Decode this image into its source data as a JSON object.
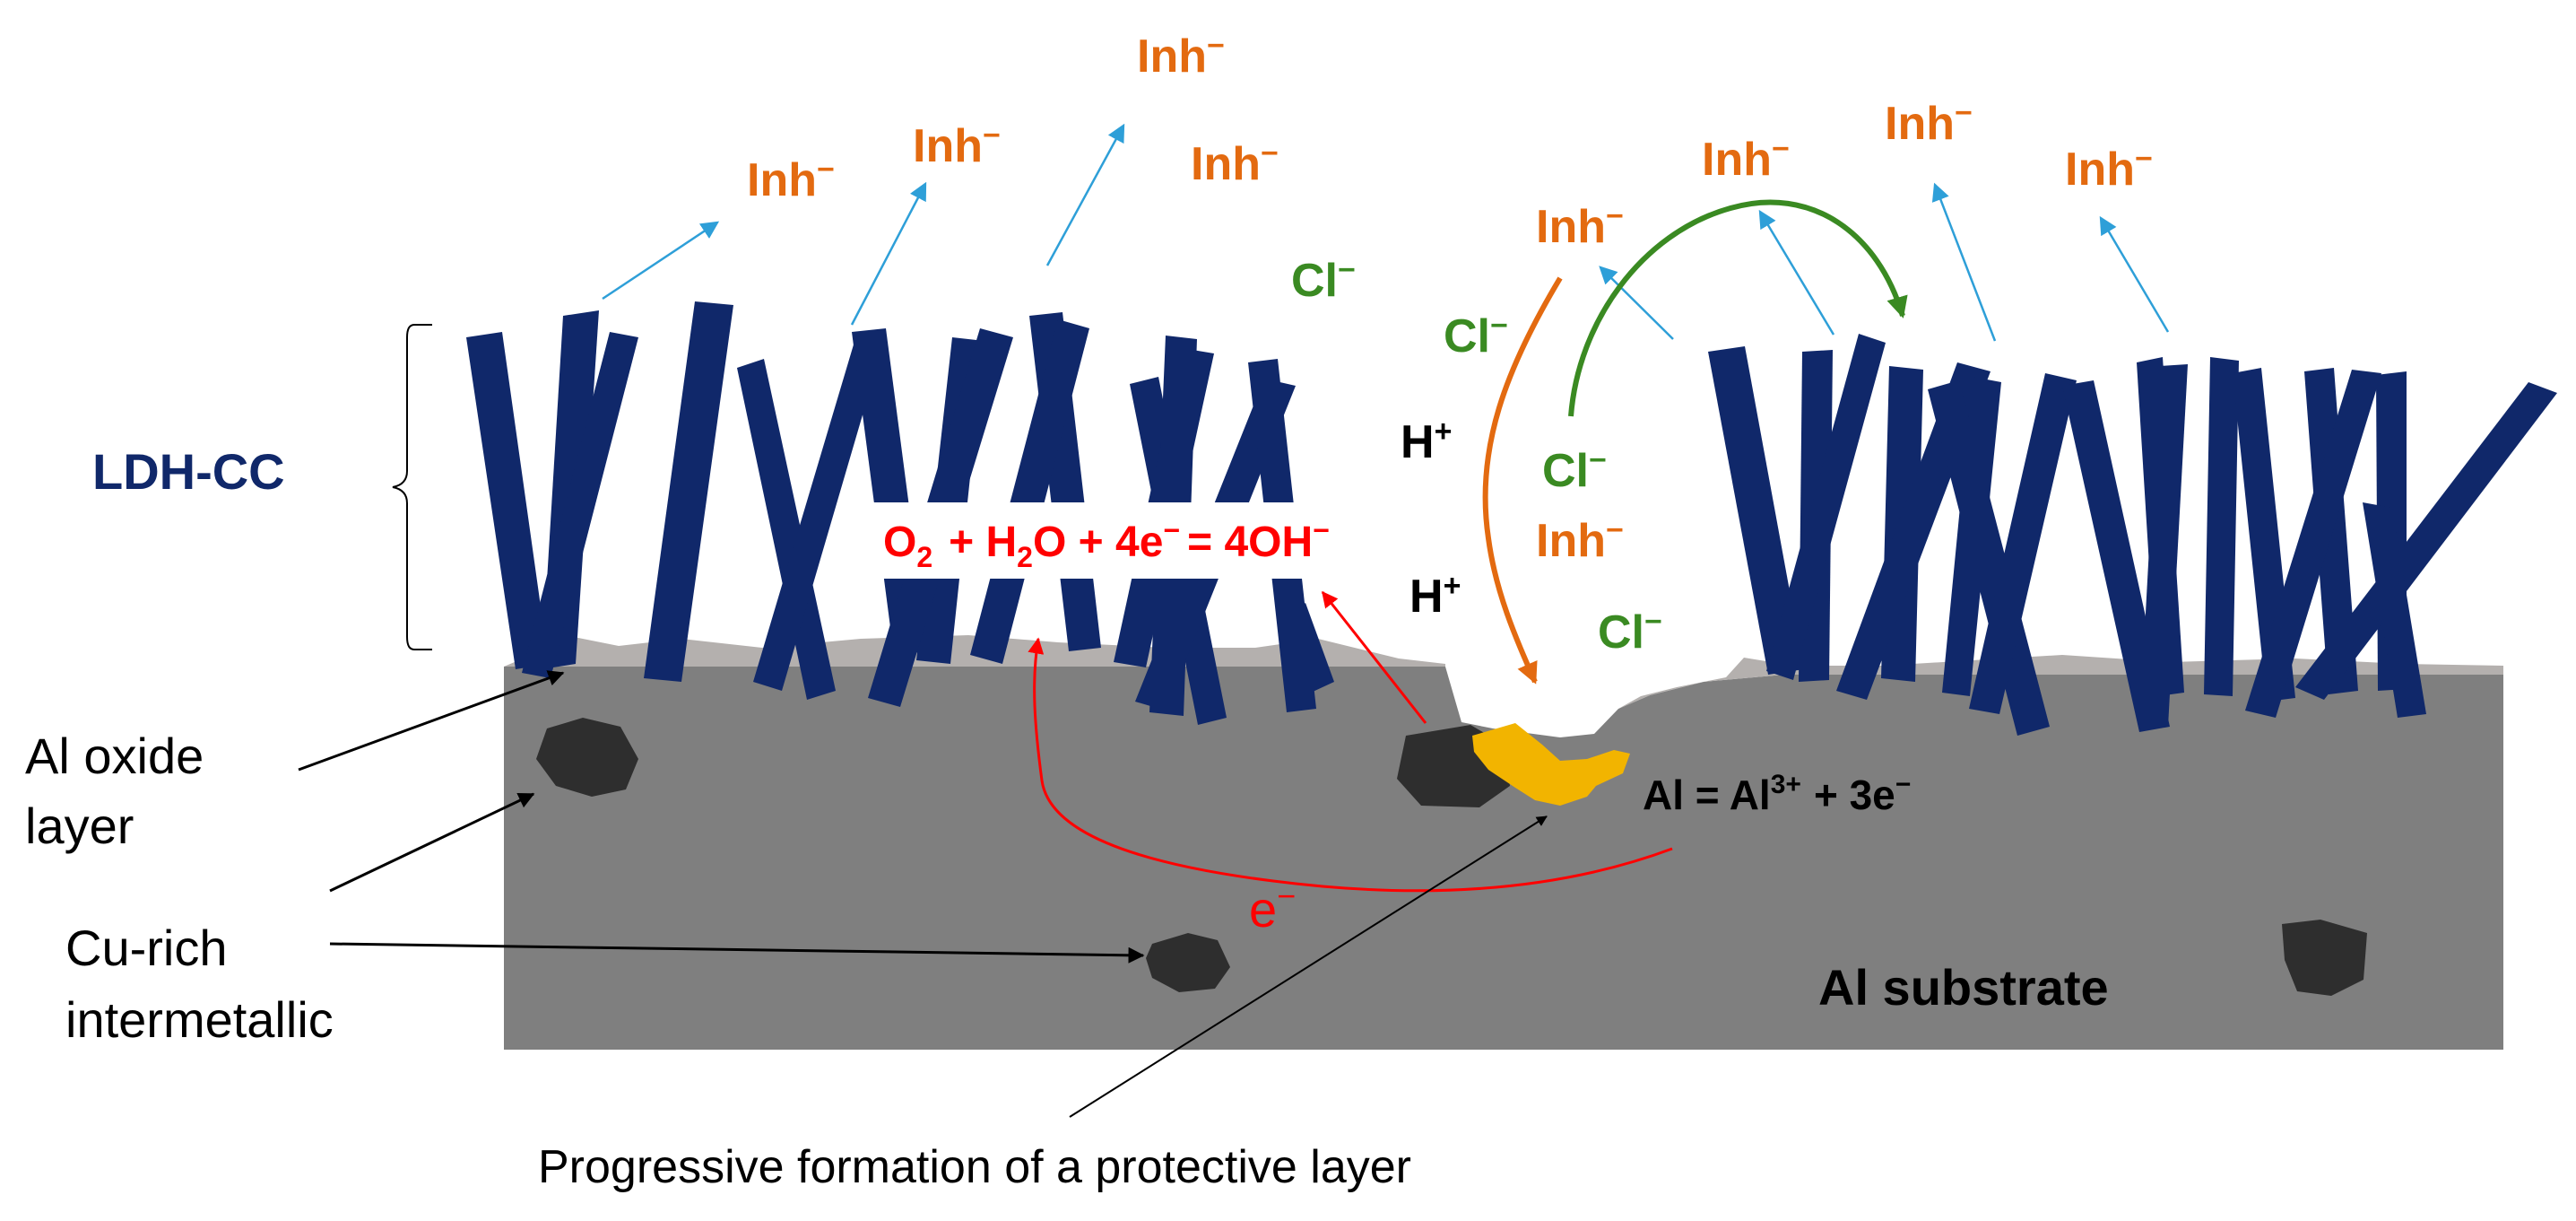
{
  "colors": {
    "substrate": "#7f7f7f",
    "oxide": "#b4b0ae",
    "ldh": "#10286a",
    "particle": "#2e2e2e",
    "protective": "#f2b400",
    "inhibitor": "#e36a10",
    "chloride": "#3a8a22",
    "release_arrow": "#2e9fd8",
    "electron": "#ff0000",
    "proton": "#000000",
    "pointer": "#000000"
  },
  "labels": {
    "ldh_cc": "LDH-CC",
    "al_oxide_line1": "Al oxide",
    "al_oxide_line2": "layer",
    "cu_rich_line1": "Cu-rich",
    "cu_rich_line2": "intermetallic",
    "substrate": "Al substrate",
    "protective_layer": "Progressive formation of a protective layer"
  },
  "species": {
    "inhibitor": "Inh",
    "chloride": "Cl",
    "proton": "H",
    "electron": "e",
    "minus": "−",
    "plus": "+"
  },
  "equations": {
    "cathodic": {
      "o": "O",
      "o_sub": "2",
      "plus_h": "+ H",
      "h_sub": "2",
      "water_rest": "O + 4e",
      "minus1": "−",
      "equals_oh": "= 4OH",
      "minus2": "−"
    },
    "anodic": {
      "lhs": "Al = Al",
      "sup": "3+",
      "rhs": "+ 3e",
      "minus": "−"
    }
  }
}
